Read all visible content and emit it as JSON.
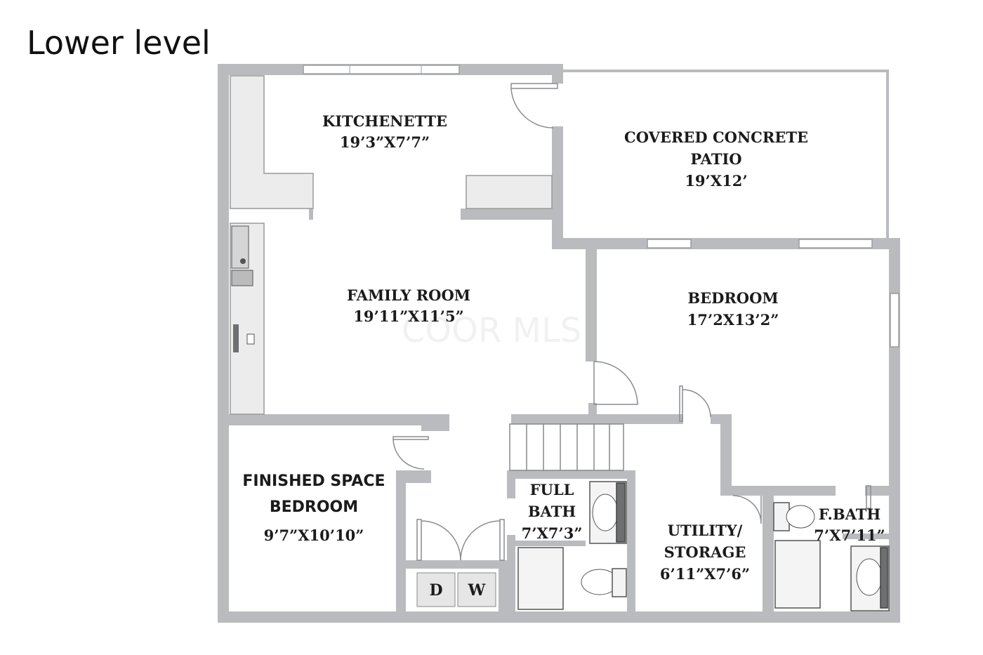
{
  "title": "Lower level",
  "watermark": "COOR MLS",
  "rooms": [
    {
      "name_lines": [
        "KITCHENETTE"
      ],
      "size": "19’3”X7’7”"
    },
    {
      "name_lines": [
        "COVERED CONCRETE",
        "PATIO"
      ],
      "size": "19’X12’"
    },
    {
      "name_lines": [
        "FAMILY ROOM"
      ],
      "size": "19’11”X11’5”"
    },
    {
      "name_lines": [
        "BEDROOM"
      ],
      "size": "17’2X13’2”"
    },
    {
      "name_lines": [
        "FINISHED SPACE",
        "BEDROOM"
      ],
      "size": "9’7”X10’10”"
    },
    {
      "name_lines": [
        "FULL",
        "BATH"
      ],
      "size": "7’X7’3”"
    },
    {
      "name_lines": [
        "UTILITY/",
        "STORAGE"
      ],
      "size": "6’11”X7’6”"
    },
    {
      "name_lines": [
        "F.BATH"
      ],
      "size": "7’X7’11”"
    }
  ],
  "appliances": {
    "dryer": "D",
    "washer": "W"
  }
}
